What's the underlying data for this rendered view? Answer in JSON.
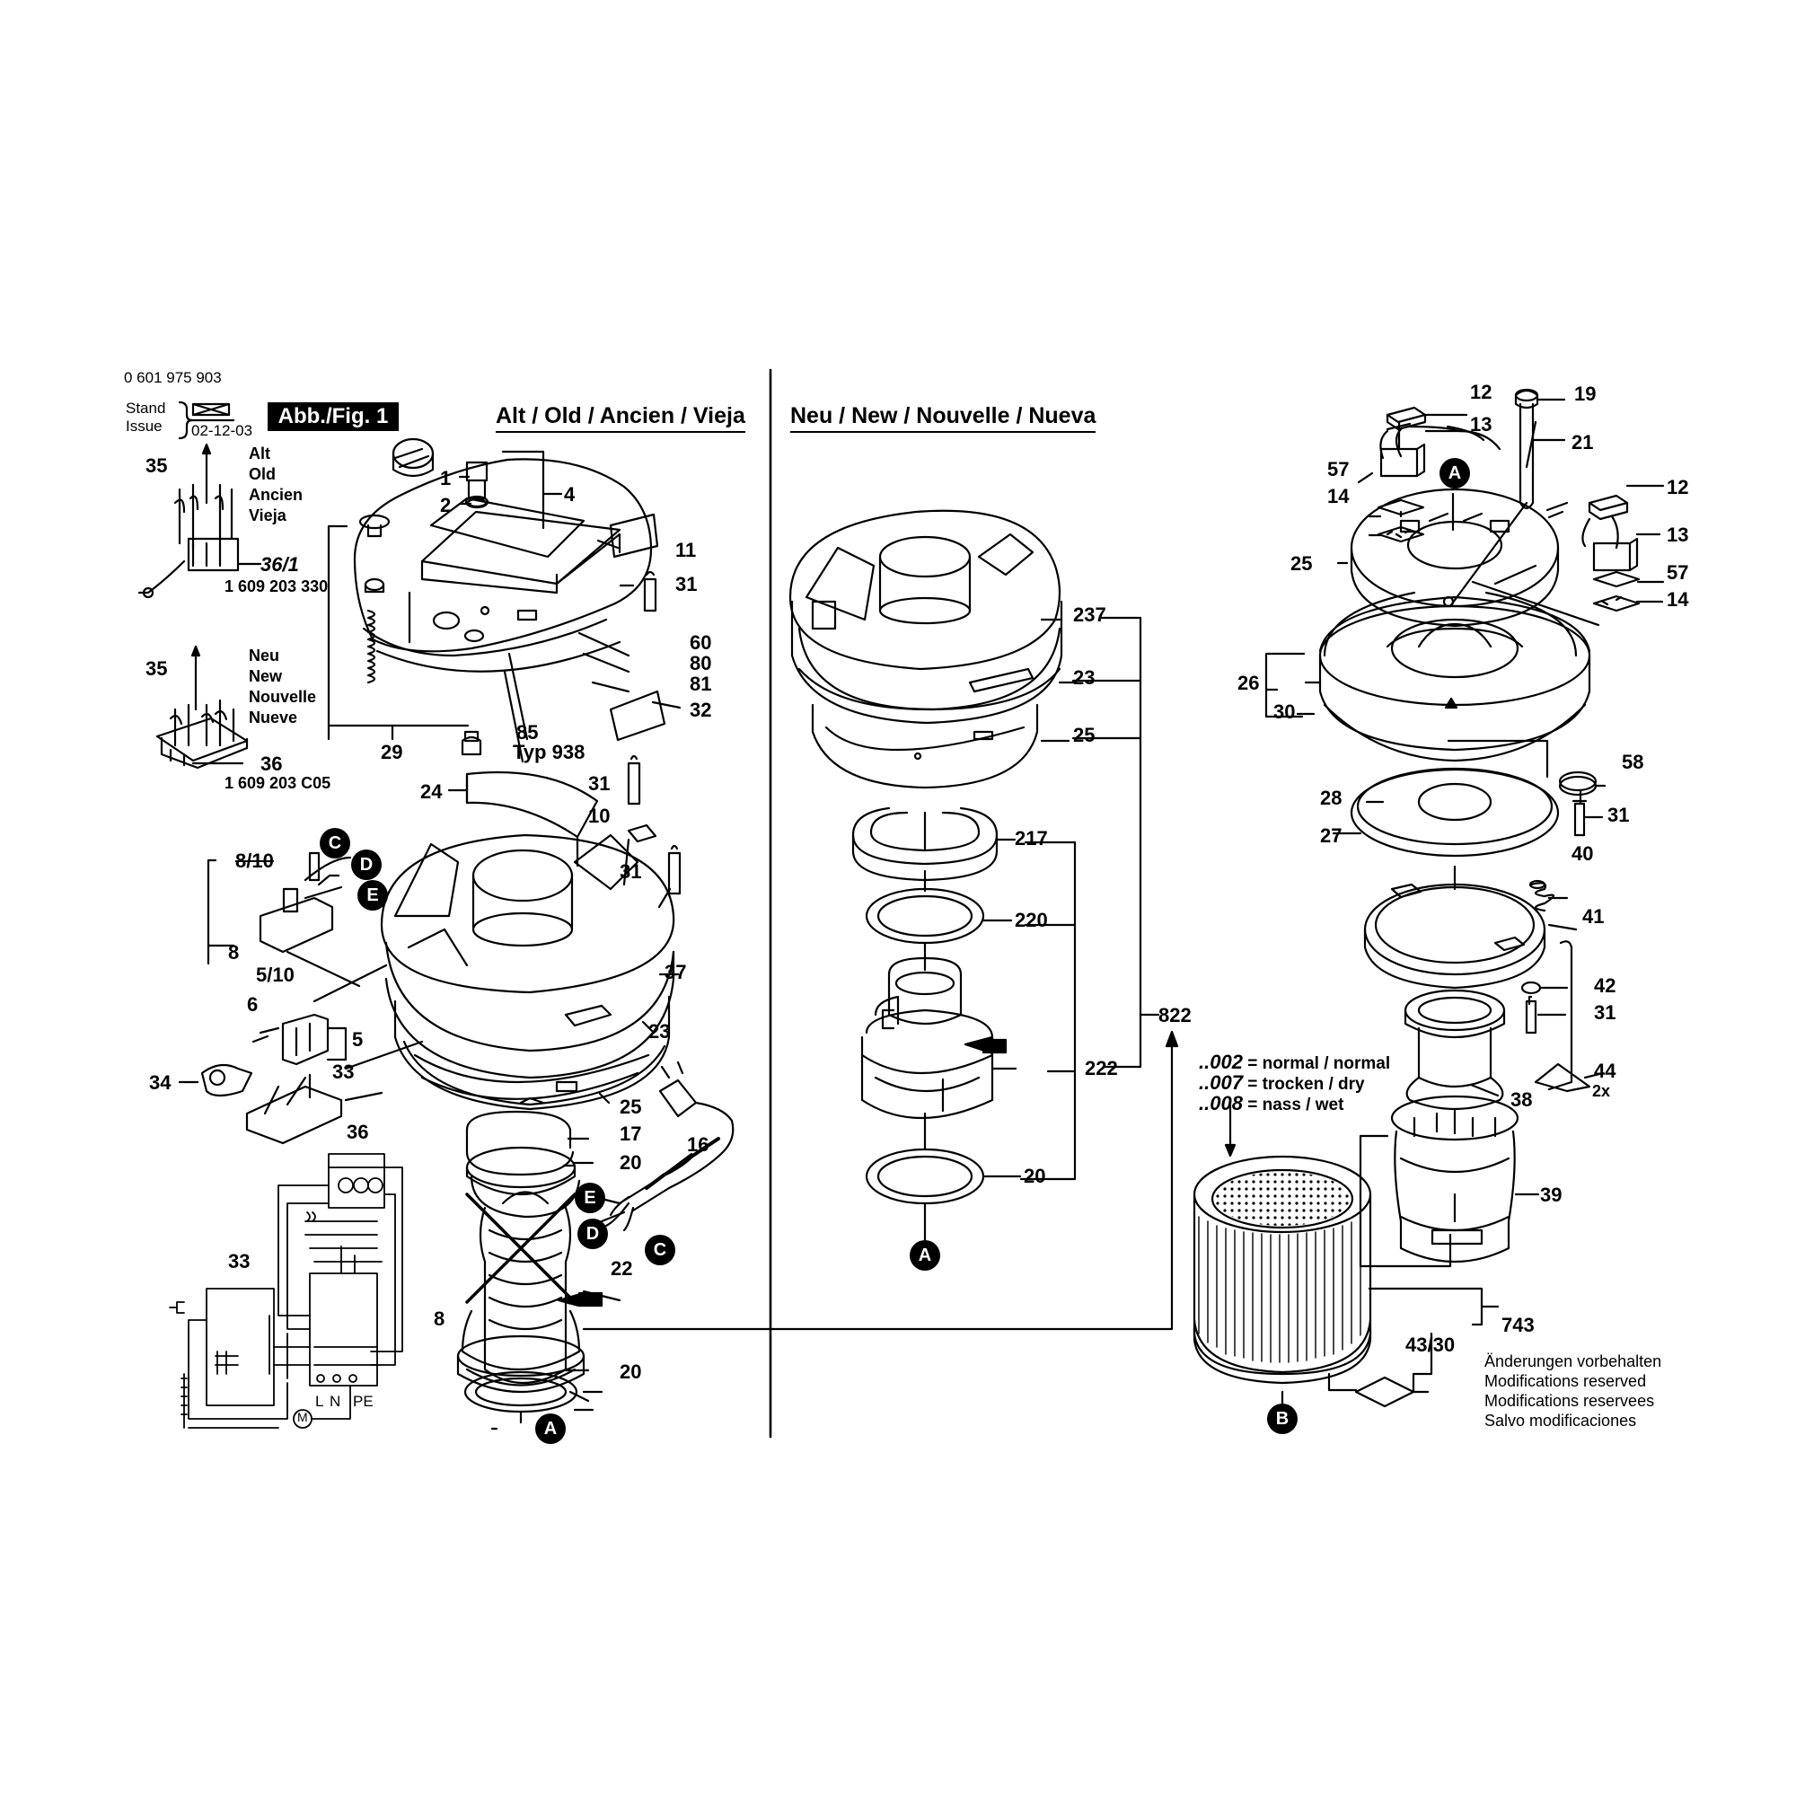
{
  "header": {
    "part_number": "0 601 975 903",
    "stand_label": "Stand",
    "issue_label": "Issue",
    "date": "02-12-03",
    "figure": "Abb./Fig. 1",
    "old_title": "Alt / Old / Ancien / Vieja",
    "new_title": "Neu / New / Nouvelle / Nueva"
  },
  "switch_old": {
    "lines": [
      "Alt",
      "Old",
      "Ancien",
      "Vieja"
    ],
    "callout": "36/1",
    "part_no": "1 609 203 330",
    "screw": "35"
  },
  "switch_new": {
    "lines": [
      "Neu",
      "New",
      "Nouvelle",
      "Nueve"
    ],
    "callout": "36",
    "part_no": "1 609 203 C05",
    "screw": "35"
  },
  "callouts_old": {
    "c1": "1",
    "c2": "2",
    "c4": "4",
    "c11": "11",
    "c31a": "31",
    "c60": "60",
    "c80": "80",
    "c81": "81",
    "c32": "32",
    "c85": "85",
    "typ": "Typ 938",
    "c29": "29",
    "c24": "24",
    "c31b": "31",
    "c10": "10",
    "c31c": "31",
    "c8_10": "8/10",
    "c8": "8",
    "c5_10": "5/10",
    "c6": "6",
    "c5": "5",
    "c34": "34",
    "c33a": "33",
    "c37": "37",
    "c23": "23",
    "c25": "25",
    "c17": "17",
    "c20a": "20",
    "c16": "16",
    "c22": "22",
    "c20b": "20",
    "c36": "36",
    "c33b": "33",
    "c8b": "8",
    "wiring_l": "L",
    "wiring_n": "N",
    "wiring_pe": "PE",
    "motor": "M"
  },
  "callouts_new": {
    "c237": "237",
    "c23": "23",
    "c25": "25",
    "c217": "217",
    "c220": "220",
    "c822": "822",
    "c222": "222",
    "c20": "20"
  },
  "callouts_right": {
    "c12a": "12",
    "c13a": "13",
    "c19": "19",
    "c21": "21",
    "c57a": "57",
    "c14a": "14",
    "c12b": "12",
    "c13b": "13",
    "c25": "25",
    "c57b": "57",
    "c14b": "14",
    "c26": "26",
    "c30": "30",
    "c58": "58",
    "c28": "28",
    "c27": "27",
    "c31a": "31",
    "c40": "40",
    "c41": "41",
    "c42": "42",
    "c31b": "31",
    "c44": "44",
    "c44x": "2x",
    "c38": "38",
    "c39": "39",
    "c743": "743",
    "c43_30": "43/30"
  },
  "markers": {
    "a": "A",
    "b": "B",
    "c": "C",
    "d": "D",
    "e": "E"
  },
  "variants": [
    {
      "code": "..002",
      "text": " = normal / normal"
    },
    {
      "code": "..007",
      "text": " = trocken / dry"
    },
    {
      "code": "..008",
      "text": " = nass / wet"
    }
  ],
  "notes": [
    "Änderungen vorbehalten",
    "Modifications reserved",
    "Modifications reservees",
    "Salvo modificaciones"
  ]
}
